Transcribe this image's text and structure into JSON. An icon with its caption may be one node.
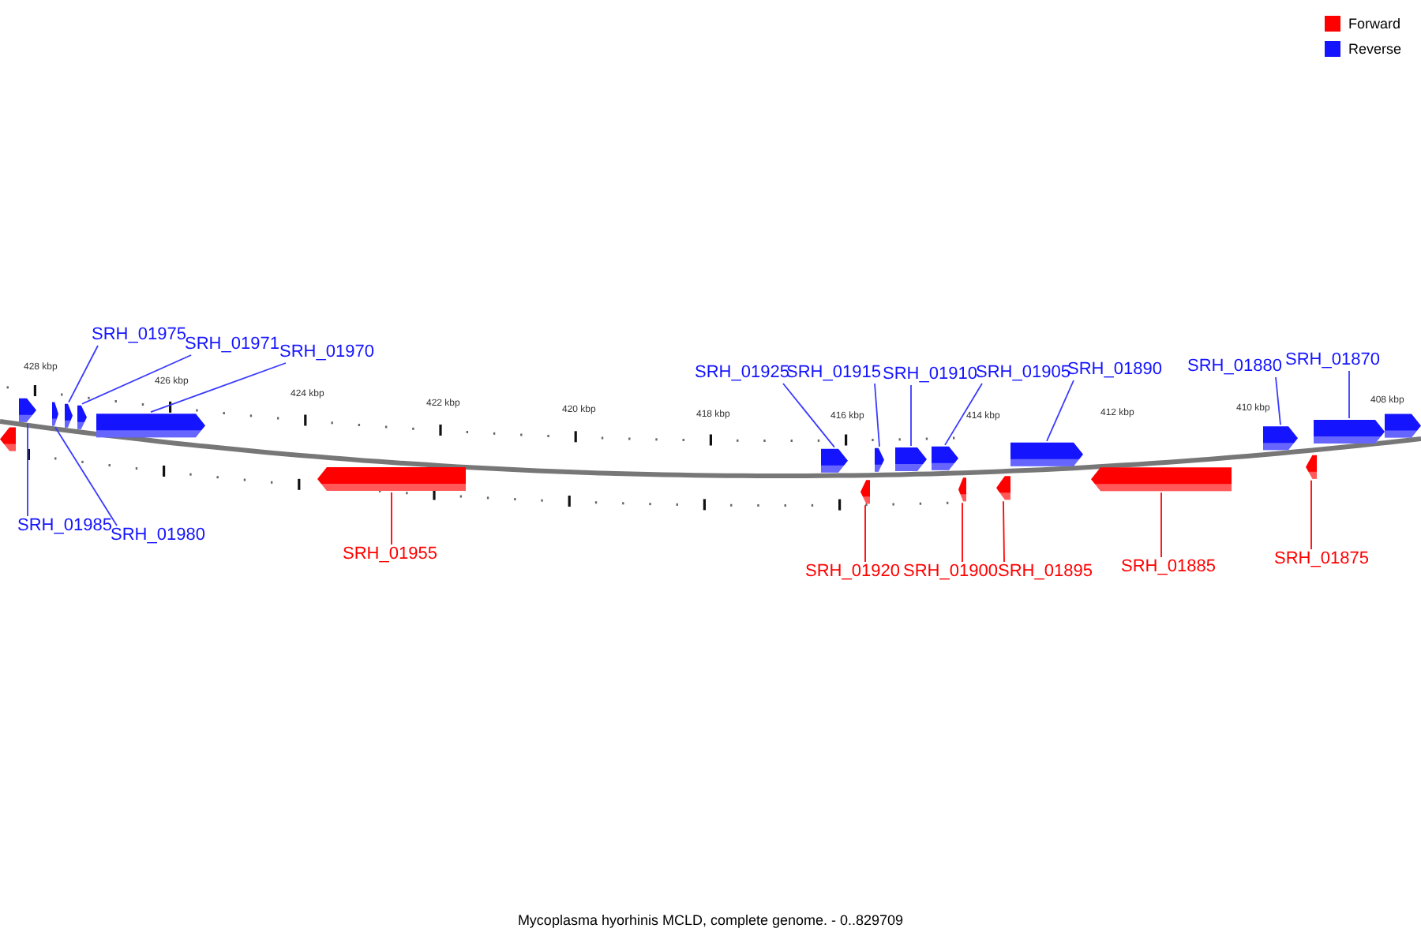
{
  "diagram": {
    "caption": "Mycoplasma hyorhinis MCLD, complete genome. - 0..829709",
    "nodes": [
      {
        "text": [],
        "shape": "bar"
      },
      {
        "text": [],
        "shape": "bar"
      },
      {
        "text": [],
        "shape": "bar"
      },
      {
        "text": [],
        "shape": "bar"
      },
      {
        "text": [],
        "shape": "bar"
      },
      {
        "text": [],
        "shape": "bar"
      },
      {
        "text": [],
        "shape": "bar"
      },
      {
        "text": [],
        "shape": "bar"
      },
      {
        "text": [],
        "shape": "bar"
      },
      {
        "text": [],
        "shape": "bar"
      },
      {
        "text": [],
        "shape": "bar"
      },
      {
        "text": [],
        "shape": "bar"
      },
      {
        "text": [],
        "shape": "bar"
      },
      {
        "text": [],
        "shape": "bar"
      },
      {
        "text": [],
        "shape": "bar"
      },
      {
        "text": [],
        "shape": "bar"
      },
      {
        "text": [],
        "shape": "bar"
      },
      {
        "text": [],
        "shape": "bar"
      },
      {
        "text": [],
        "shape": "bar"
      },
      {
        "text": [],
        "shape": "bar"
      },
      {
        "text": [
          "SRH_01975"
        ]
      },
      {
        "text": [
          "SRH_01971"
        ]
      },
      {
        "text": [
          "SRH_01970"
        ]
      },
      {
        "text": [
          "SRH_01925"
        ]
      },
      {
        "text": [
          "SRH_01915"
        ]
      },
      {
        "text": [
          "SRH_01910"
        ]
      },
      {
        "text": [
          "SRH_01905"
        ]
      },
      {
        "text": [
          "SRH_01890"
        ]
      },
      {
        "text": [
          "SRH_01880"
        ]
      },
      {
        "text": [
          "SRH_01870"
        ]
      },
      {
        "text": [
          "SRH_01985"
        ]
      },
      {
        "text": [
          "SRH_01980"
        ]
      },
      {
        "text": [
          "SRH_01955"
        ]
      },
      {
        "text": [
          "SRH_01920"
        ]
      },
      {
        "text": [
          "SRH_01900"
        ]
      },
      {
        "text": [
          "SRH_01895"
        ]
      },
      {
        "text": [
          "SRH_01885"
        ]
      },
      {
        "text": [
          "SRH_01875"
        ]
      }
    ],
    "edges": [
      {
        "from": 20,
        "to": 3,
        "arrow": "none"
      },
      {
        "from": 21,
        "to": 4,
        "arrow": "none"
      },
      {
        "from": 22,
        "to": 5,
        "arrow": "none"
      },
      {
        "from": 23,
        "to": 7,
        "arrow": "none"
      },
      {
        "from": 24,
        "to": 9,
        "arrow": "none"
      },
      {
        "from": 25,
        "to": 10,
        "arrow": "none"
      },
      {
        "from": 26,
        "to": 11,
        "arrow": "none"
      },
      {
        "from": 27,
        "to": 14,
        "arrow": "none"
      },
      {
        "from": 28,
        "to": 16,
        "arrow": "none"
      },
      {
        "from": 29,
        "to": 18,
        "arrow": "none"
      },
      {
        "from": 30,
        "to": 1,
        "arrow": "none"
      },
      {
        "from": 31,
        "to": 2,
        "arrow": "none"
      },
      {
        "from": 32,
        "to": 6,
        "arrow": "none",
        "color": "#ff0000"
      },
      {
        "from": 33,
        "to": 8,
        "arrow": "none",
        "color": "#ff0000"
      },
      {
        "from": 34,
        "to": 12,
        "arrow": "none",
        "color": "#ff0000"
      },
      {
        "from": 35,
        "to": 13,
        "arrow": "none",
        "color": "#ff0000"
      },
      {
        "from": 36,
        "to": 15,
        "arrow": "none",
        "color": "#ff0000"
      },
      {
        "from": 37,
        "to": 17,
        "arrow": "none",
        "color": "#ff0000"
      }
    ],
    "labels": [
      "428 kbp",
      "426 kbp",
      "424 kbp",
      "422 kbp",
      "420 kbp",
      "418 kbp",
      "416 kbp",
      "414 kbp",
      "412 kbp",
      "410 kbp",
      "408 kbp"
    ],
    "legend": [
      {
        "text": "Forward",
        "color": "#ff0000"
      },
      {
        "text": "Reverse",
        "color": "#1414ff"
      }
    ]
  }
}
